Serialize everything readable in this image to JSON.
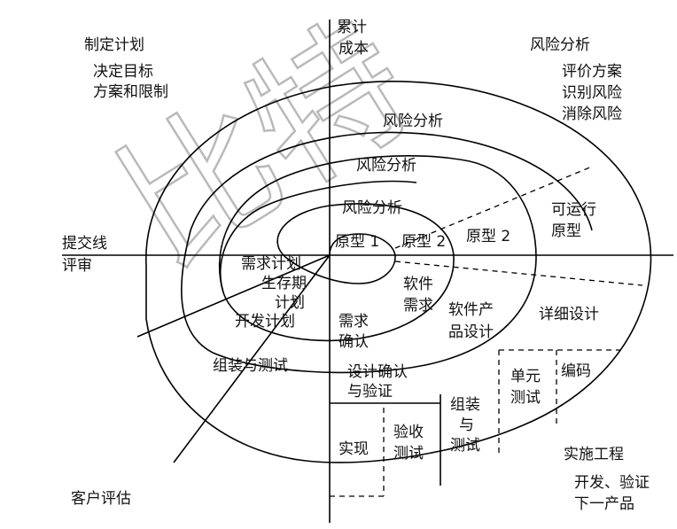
{
  "watermark": "比特",
  "axes": {
    "cumulative_cost": [
      "累计",
      "成本"
    ],
    "commit_review": [
      "提交线",
      "评审"
    ]
  },
  "quadrants": {
    "plan": {
      "title": "制定计划",
      "lines": [
        "决定目标",
        "方案和限制"
      ]
    },
    "risk": {
      "title": "风险分析",
      "lines": [
        "评价方案",
        "识别风险",
        "消除风险"
      ]
    },
    "engineering": {
      "title": "实施工程",
      "lines": [
        "开发、验证",
        "下一产品"
      ]
    },
    "customer": "客户评估"
  },
  "risk_analysis": [
    "风险分析",
    "风险分析",
    "风险分析"
  ],
  "prototypes": [
    "原型 1",
    "原型 2",
    "原型 2"
  ],
  "operational_prototype": [
    "可运行",
    "原型"
  ],
  "left_side": {
    "req_plan": [
      "需求计划",
      "生存期",
      "计划"
    ],
    "dev_plan": "开发计划",
    "integrate_plan": "组装与测试"
  },
  "lower": {
    "software_req": [
      "软件",
      "需求"
    ],
    "req_confirm": [
      "需求",
      "确认"
    ],
    "product_design": [
      "软件产",
      "品设计"
    ],
    "detailed_design": "详细设计",
    "design_verify": [
      "设计确认",
      "与验证"
    ],
    "unit_test": [
      "单元",
      "测试"
    ],
    "coding": "编码",
    "integration": [
      "组装",
      "与",
      "测试"
    ],
    "acceptance": [
      "验收",
      "测试"
    ],
    "implement": "实现"
  }
}
